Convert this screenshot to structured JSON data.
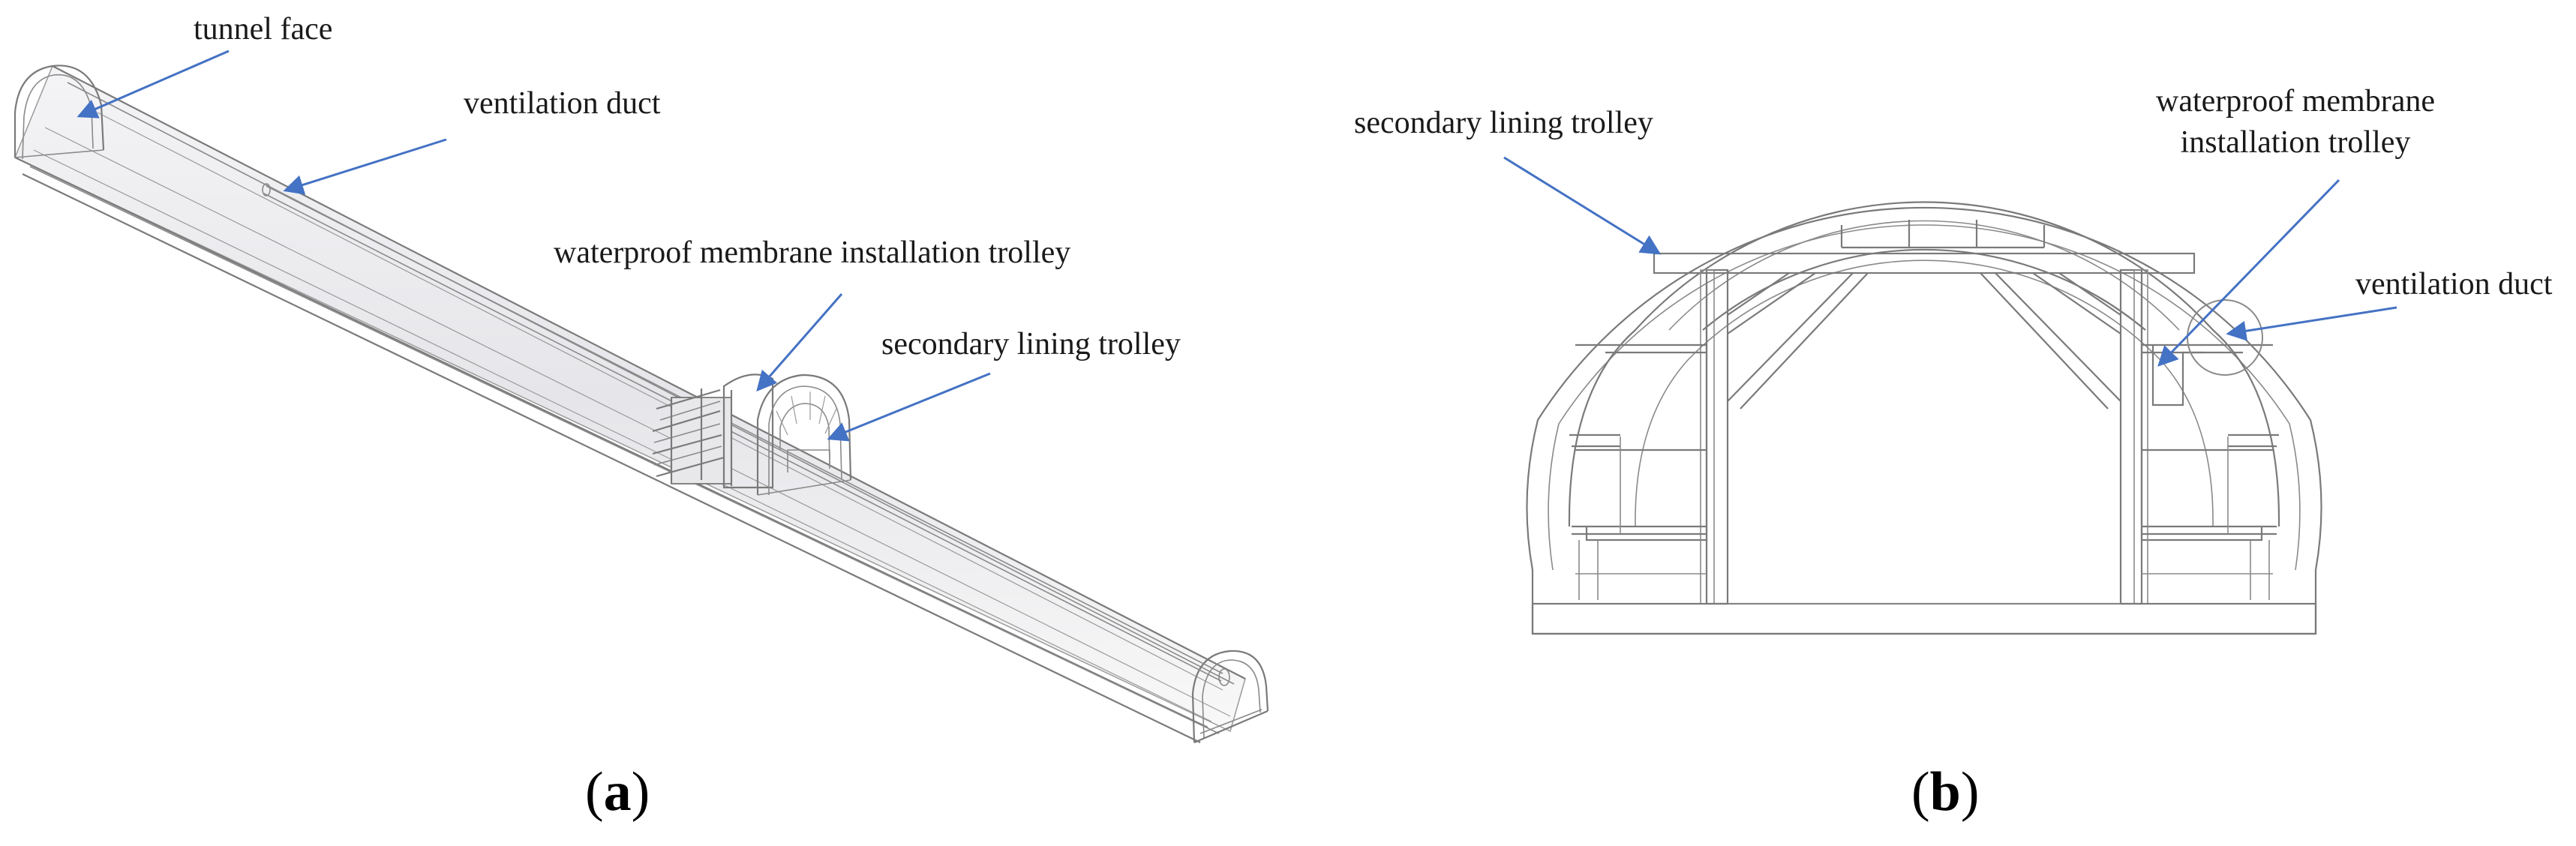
{
  "panel_a": {
    "labels": {
      "tunnel_face": "tunnel face",
      "ventilation_duct": "ventilation duct",
      "waterproof_trolley": "waterproof membrane installation trolley",
      "lining_trolley": "secondary lining trolley"
    },
    "caption": {
      "open": "(",
      "letter": "a",
      "close": ")"
    }
  },
  "panel_b": {
    "labels": {
      "lining_trolley": "secondary lining trolley",
      "waterproof_line1": "waterproof membrane",
      "waterproof_line2": "installation trolley",
      "ventilation_duct": "ventilation duct"
    },
    "caption": {
      "open": "(",
      "letter": "b",
      "close": ")"
    }
  },
  "colors": {
    "arrow": "#4472c4",
    "drawing_line": "#7a7a7a"
  }
}
